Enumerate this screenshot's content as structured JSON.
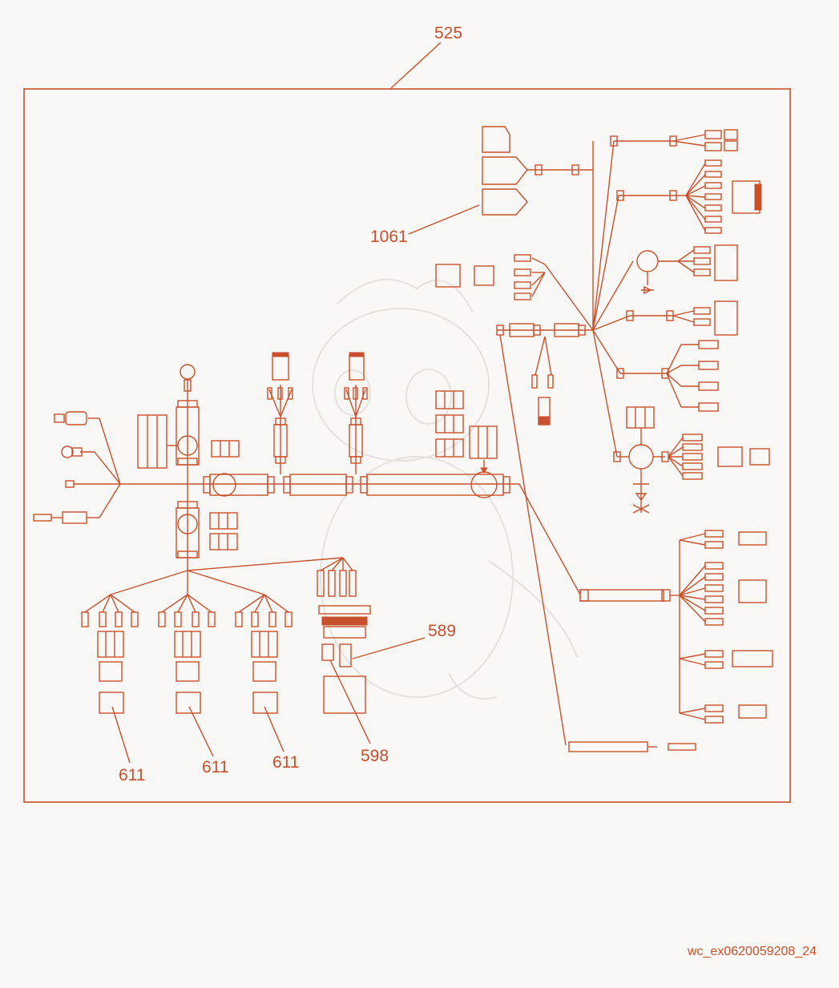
{
  "diagram": {
    "callouts": {
      "c525": "525",
      "c1061": "1061",
      "c589": "589",
      "c598": "598",
      "c611a": "611",
      "c611b": "611",
      "c611c": "611"
    },
    "figure_id": "wc_ex0620059208_24",
    "colors": {
      "line": "#c6512c",
      "background": "#faf8f6",
      "watermark": "#e6e1dc"
    }
  }
}
